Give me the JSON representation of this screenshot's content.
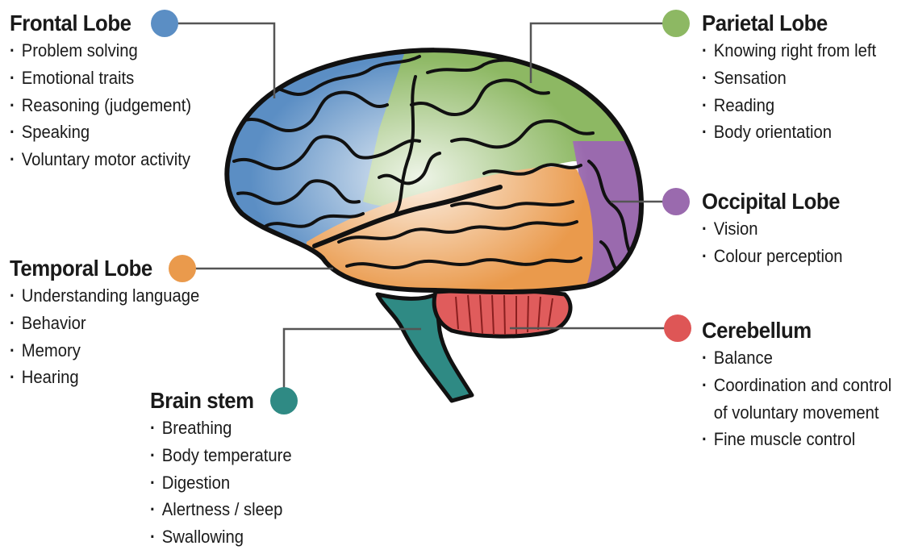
{
  "regions": {
    "frontal": {
      "title": "Frontal Lobe",
      "color": "#5b8ec4",
      "items": [
        "Problem solving",
        "Emotional traits",
        "Reasoning (judgement)",
        "Speaking",
        "Voluntary motor activity"
      ]
    },
    "parietal": {
      "title": "Parietal Lobe",
      "color": "#8db863",
      "items": [
        "Knowing right from left",
        "Sensation",
        "Reading",
        "Body orientation"
      ]
    },
    "occipital": {
      "title": "Occipital Lobe",
      "color": "#9a6aae",
      "items": [
        "Vision",
        "Colour perception"
      ]
    },
    "temporal": {
      "title": "Temporal Lobe",
      "color": "#ea9a4c",
      "items": [
        "Understanding language",
        "Behavior",
        "Memory",
        "Hearing"
      ]
    },
    "cerebellum": {
      "title": "Cerebellum",
      "color": "#de5656",
      "items": [
        "Balance",
        "Coordination and control",
        "of voluntary movement",
        "Fine muscle control"
      ]
    },
    "brainstem": {
      "title": "Brain stem",
      "color": "#2f8a84",
      "items": [
        "Breathing",
        "Body temperature",
        "Digestion",
        "Alertness / sleep",
        "Swallowing"
      ]
    }
  }
}
